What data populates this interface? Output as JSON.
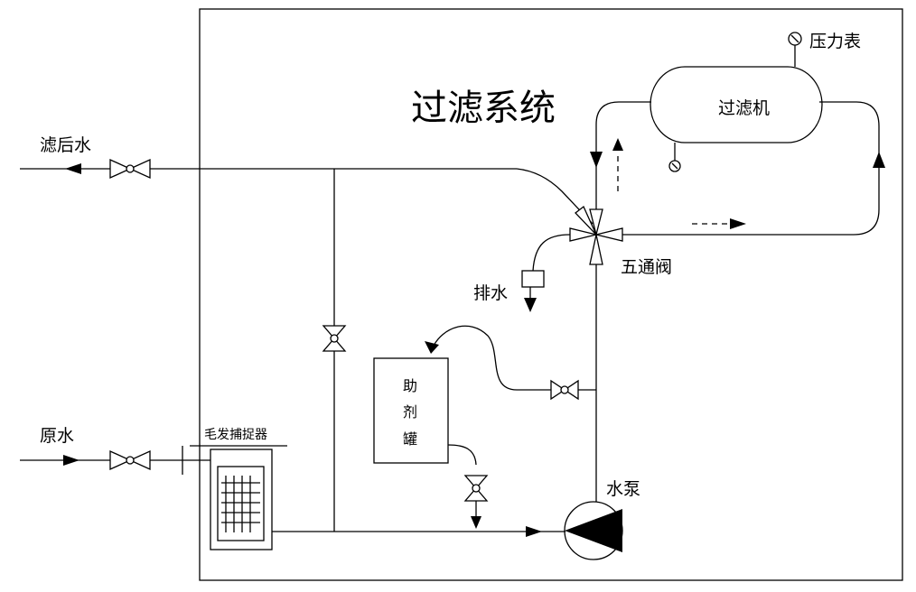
{
  "title": "过滤系统",
  "labels": {
    "filtered_water": "滤后水",
    "raw_water": "原水",
    "hair_catcher": "毛发捕捉器",
    "chem_tank_1": "助",
    "chem_tank_2": "剂",
    "chem_tank_3": "罐",
    "pump": "水泵",
    "five_way_valve": "五通阀",
    "drain": "排水",
    "filter": "过滤机",
    "pressure_gauge": "压力表"
  },
  "icons": [
    "valve-icon",
    "pressure-gauge-icon",
    "flow-arrow-icon",
    "pump-icon"
  ]
}
